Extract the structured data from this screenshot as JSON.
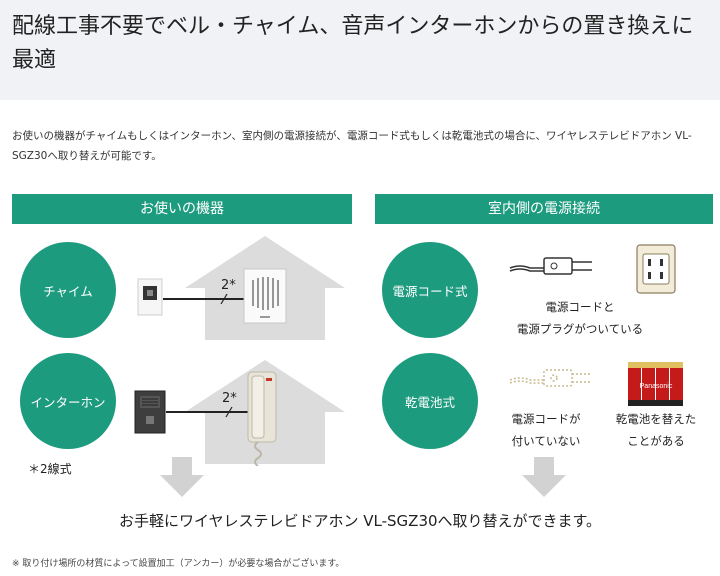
{
  "header": {
    "title_line1": "配線工事不要でベル・チャイム、音声インターホンからの置き換えに",
    "title_line2": "最適"
  },
  "intro": {
    "line1": "お使いの機器がチャイムもしくはインターホン、室内側の電源接続が、電源コード式もしくは乾電池式の場合に、ワイヤレステレビドアホン VL-",
    "line2": "SGZ30へ取り替えが可能です。"
  },
  "left_panel": {
    "banner": "お使いの機器",
    "chime_label": "チャイム",
    "intercom_label": "インターホン",
    "wire_label_top": "2*",
    "wire_label_bottom": "2*",
    "note": "＊2線式"
  },
  "right_panel": {
    "banner": "室内側の電源接続",
    "cord_label": "電源コード式",
    "battery_label": "乾電池式",
    "cord_caption_line1": "電源コードと",
    "cord_caption_line2": "電源プラグがついている",
    "nocord_caption_line1": "電源コードが",
    "nocord_caption_line2": "付いていない",
    "battery_caption_line1": "乾電池を替えた",
    "battery_caption_line2": "ことがある",
    "battery_brand": "Panasonic"
  },
  "conclusion": "お手軽にワイヤレステレビドアホン VL-SGZ30へ取り替えができます。",
  "footnote": "※ 取り付け場所の材質によって設置加工（アンカー）が必要な場合がございます。",
  "colors": {
    "accent_green": "#1d9b7f",
    "house_gray": "#dcdcdc",
    "header_bg": "#f1f2f5",
    "battery_red": "#c41a1a"
  }
}
